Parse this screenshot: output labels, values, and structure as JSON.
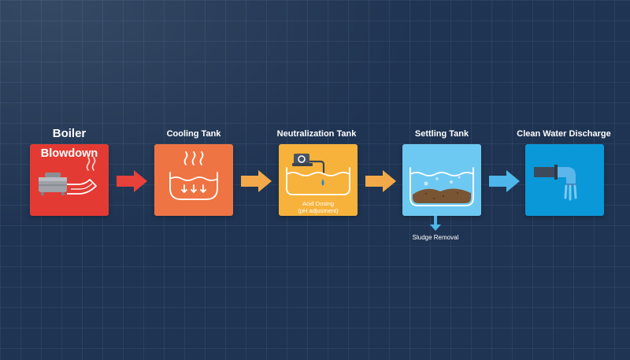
{
  "steps": [
    {
      "id": "boiler",
      "title": "Boiler",
      "inner_title": "Blowdown",
      "color": "#e33b33",
      "icon": "boiler-icon"
    },
    {
      "id": "cooling",
      "title": "Cooling Tank",
      "color": "#ef7443",
      "icon": "cooling-tank-icon"
    },
    {
      "id": "neutralization",
      "title": "Neutralization Tank",
      "color": "#f7b23b",
      "icon": "dosing-pump-icon",
      "caption_line1": "Acid Dosing",
      "caption_line2": "(pH adjusment)"
    },
    {
      "id": "settling",
      "title": "Settling Tank",
      "color": "#6ec9f2",
      "icon": "settling-tank-icon",
      "output_label": "Sludge Removal"
    },
    {
      "id": "discharge",
      "title": "Clean Water Discharge",
      "color": "#0a98d8",
      "icon": "discharge-pipe-icon"
    }
  ],
  "arrows": [
    {
      "from": "boiler",
      "to": "cooling",
      "color": "#e8403a"
    },
    {
      "from": "cooling",
      "to": "neutralization",
      "color": "#f3a94a"
    },
    {
      "from": "neutralization",
      "to": "settling",
      "color": "#f3a94a"
    },
    {
      "from": "settling",
      "to": "discharge",
      "color": "#4eb6ea"
    }
  ],
  "sludge_arrow_color": "#4eb6ea"
}
